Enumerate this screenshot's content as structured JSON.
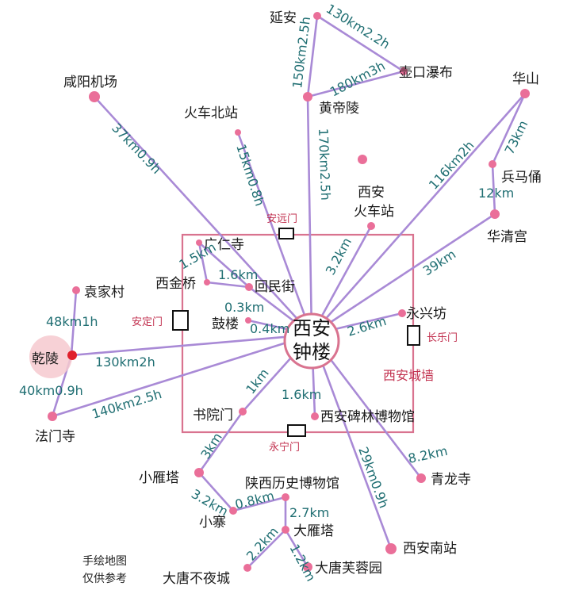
{
  "center": {
    "name_line1": "西安",
    "name_line2": "钟楼"
  },
  "city_wall_label": "西安城墙",
  "gates": {
    "north": "安远门",
    "west": "安定门",
    "east": "长乐门",
    "south": "永宁门"
  },
  "places": {
    "yanan": "延安",
    "hukou": "壶口瀑布",
    "huangdiling": "黄帝陵",
    "xianyang_airport": "咸阳机场",
    "north_station": "火车北站",
    "xian_station_1": "西安",
    "xian_station_2": "火车站",
    "huashan": "华山",
    "bingmayong": "兵马俑",
    "huaqinggong": "华清宫",
    "guangrensi": "广仁寺",
    "xijinqiao": "西金桥",
    "huiminjie": "回民街",
    "gulou": "鼓楼",
    "yongxingfang": "永兴坊",
    "yuanjiacun": "袁家村",
    "qianling": "乾陵",
    "famensi": "法门寺",
    "shuyuanmen": "书院门",
    "beilin": "西安碑林博物馆",
    "xiaoyanta": "小雁塔",
    "xiaozhai": "小寨",
    "shaanxi_museum": "陕西历史博物馆",
    "dayanta": "大雁塔",
    "qinglongsi": "青龙寺",
    "south_station": "西安南站",
    "datang_buyecheng": "大唐不夜城",
    "furongyuan": "大唐芙蓉园"
  },
  "distances": {
    "yanan_hukou": "130km2.2h",
    "yanan_huangdiling": "150km2.5h",
    "hukou_huangdiling": "180km3h",
    "huangdiling_center": "170km2.5h",
    "airport": "37km0.9h",
    "north_station": "15km0.8h",
    "huashan": "116km2h",
    "huashan_bingmayong": "73km",
    "bingmayong_huaqing": "12km",
    "huaqing": "39km",
    "xian_station": "3.2km",
    "guangren_xijin": "1.5km",
    "xijin_huimin": "1.6km",
    "huimin": "0.3km",
    "gulou": "0.4km",
    "yongxingfang": "2.6km",
    "yuanjia_qianling": "48km1h",
    "qianling": "130km2h",
    "qianling_famen": "40km0.9h",
    "famen": "140km2.5h",
    "shuyuanmen": "1km",
    "beilin": "1.6km",
    "shuyuan_xiaoyan": "3km",
    "xiaoyan_xiaozhai": "3.2km",
    "xiaozhai_museum": "0.8km",
    "museum_dayan": "2.7km",
    "south_station": "29km0.9h",
    "qinglongsi": "8.2km",
    "dayan_buyecheng": "2.2km",
    "dayan_furong": "1.2km"
  },
  "note": {
    "line1": "手绘地图",
    "line2": "仅供参考"
  },
  "colors": {
    "route": "#a98ad6",
    "dot": "#ea6f99",
    "wall": "#d9738f",
    "distance_text": "#1f6e72",
    "gate_text": "#c2314f",
    "qianling_marker": "#e0202c"
  }
}
